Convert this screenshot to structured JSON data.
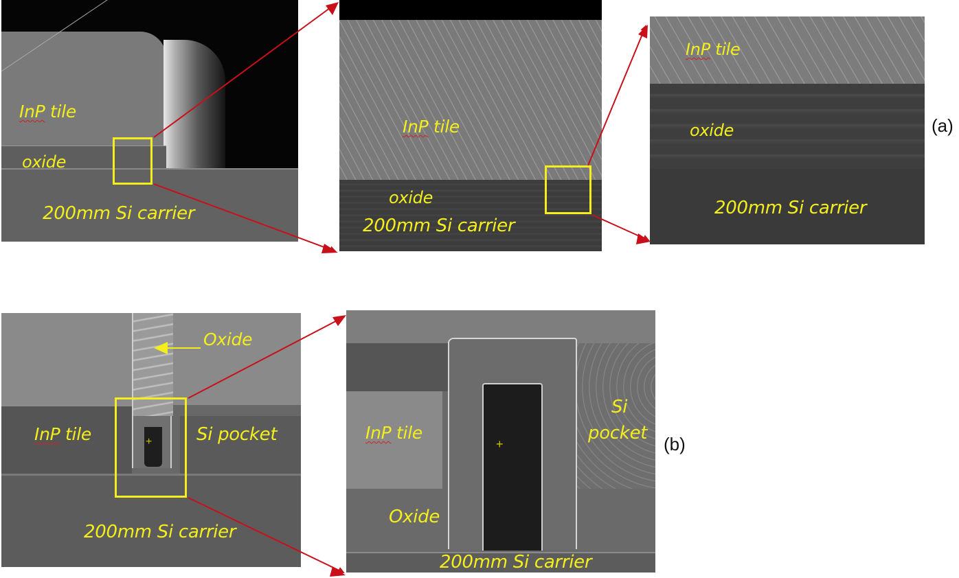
{
  "figure": {
    "captions": {
      "a": "(a)",
      "b": "(b)"
    },
    "colors": {
      "label_yellow": "#f4ef1c",
      "zoom_box_yellow": "#f4ef1c",
      "arrow_red": "#c8101a",
      "spellcheck_red": "#d02020"
    },
    "row_a": {
      "panel1": {
        "labels": {
          "inp_prefix": "InP",
          "inp_suffix": " tile",
          "oxide": "oxide",
          "carrier": "200mm Si carrier"
        }
      },
      "panel2": {
        "labels": {
          "inp_prefix": "InP",
          "inp_suffix": " tile",
          "oxide": "oxide",
          "carrier": "200mm Si carrier"
        }
      },
      "panel3": {
        "labels": {
          "inp_prefix": "InP",
          "inp_suffix": " tile",
          "oxide": "oxide",
          "carrier": "200mm Si carrier"
        }
      }
    },
    "row_b": {
      "panel1": {
        "labels": {
          "oxide": "Oxide",
          "inp_prefix": "InP",
          "inp_suffix": " tile",
          "si_pocket": "Si pocket",
          "carrier": "200mm Si carrier"
        }
      },
      "panel2": {
        "labels": {
          "inp_prefix": "InP",
          "inp_suffix": " tile",
          "si": "Si",
          "pocket": "pocket",
          "oxide": "Oxide",
          "carrier": "200mm Si carrier"
        }
      }
    }
  }
}
